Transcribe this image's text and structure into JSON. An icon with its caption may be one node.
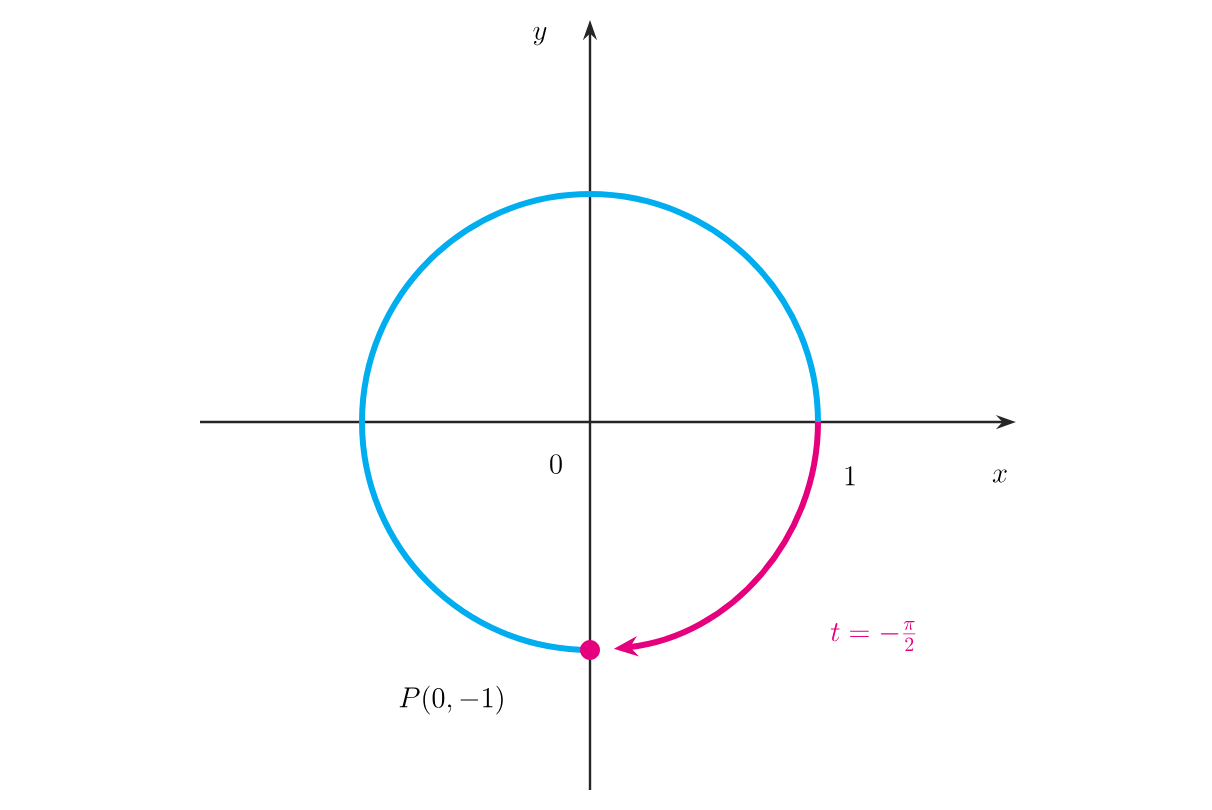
{
  "diagram": {
    "labels": [
      "y",
      "x",
      "0",
      "1",
      "P(0, -1)",
      "t = -\\frac{\\pi}{2}"
    ]
  }
}
